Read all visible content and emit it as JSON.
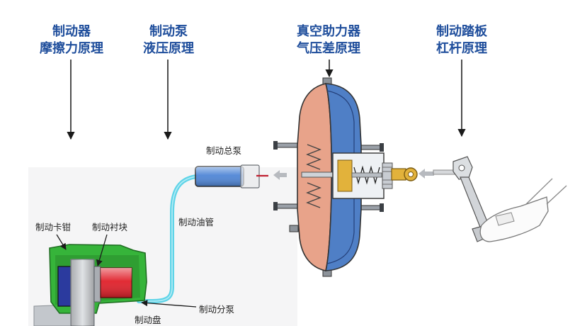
{
  "principles": [
    {
      "component": "制动器",
      "principle": "摩擦力原理"
    },
    {
      "component": "制动泵",
      "principle": "液压原理"
    },
    {
      "component": "真空助力器",
      "principle": "气压差原理"
    },
    {
      "component": "制动踏板",
      "principle": "杠杆原理"
    }
  ],
  "parts": {
    "master_cylinder": "制动总泵",
    "brake_line": "制动油管",
    "caliper": "制动卡钳",
    "brake_pad": "制动衬块",
    "wheel_cylinder": "制动分泵",
    "brake_disc": "制动盘"
  },
  "colors": {
    "heading": "#1f4e9c",
    "label": "#222222",
    "booster_vacuum": "#e8a38a",
    "booster_shell": "#4f7fc6",
    "master_cylinder": "#4f86d6",
    "brake_line": "#5fd4e8",
    "caliper": "#36b43a",
    "piston": "#e0202a",
    "pad": "#2b3a9e",
    "gold": "#e2b23b"
  }
}
